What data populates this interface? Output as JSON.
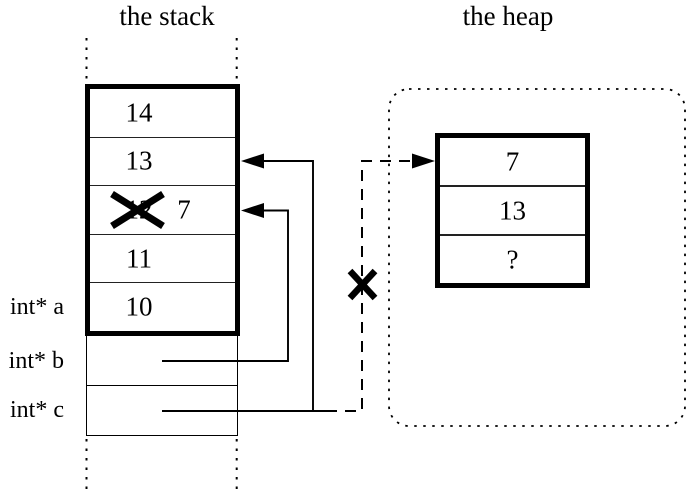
{
  "titles": {
    "stack": "the stack",
    "heap": "the heap"
  },
  "stack": {
    "cells": [
      {
        "value": "14"
      },
      {
        "value": "13"
      },
      {
        "old_value": "12",
        "new_value": "7",
        "crossed_out": true
      },
      {
        "value": "11"
      },
      {
        "value": "10"
      }
    ],
    "pointer_labels": [
      {
        "name": "a",
        "label": "int* a"
      },
      {
        "name": "b",
        "label": "int* b"
      },
      {
        "name": "c",
        "label": "int* c"
      }
    ]
  },
  "heap": {
    "cells": [
      {
        "value": "7"
      },
      {
        "value": "13"
      },
      {
        "value": "?"
      }
    ]
  },
  "pointers": [
    {
      "from": "int* b",
      "to": "stack cell with crossed-out 12 / 7",
      "style": "solid"
    },
    {
      "from": "int* c",
      "to": "stack cell 13",
      "style": "solid"
    },
    {
      "from": "int* c",
      "to": "heap cell 7",
      "style": "dashed",
      "crossed_out": true
    }
  ],
  "colors": {
    "ink": "#000000",
    "background": "#ffffff"
  }
}
